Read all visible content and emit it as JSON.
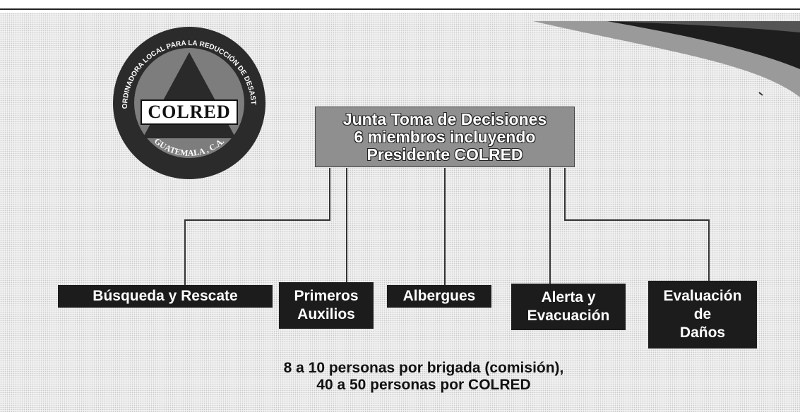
{
  "logo": {
    "ring_top_text": "COORDINADORA LOCAL PARA LA REDUCCIÓN DE DESASTRES",
    "ring_bottom_text": "GUATEMALA , C.A.",
    "center_word": "COLRED"
  },
  "decision_board": {
    "lines": [
      "Junta Toma de Decisiones",
      "6 miembros incluyendo",
      "Presidente COLRED"
    ]
  },
  "brigades": [
    {
      "lines": [
        "Búsqueda y Rescate"
      ]
    },
    {
      "lines": [
        "Primeros",
        "Auxilios"
      ]
    },
    {
      "lines": [
        "Albergues"
      ]
    },
    {
      "lines": [
        "Alerta y",
        "Evacuación"
      ]
    },
    {
      "lines": [
        "Evaluación",
        "de",
        "Daños"
      ]
    }
  ],
  "footnote": {
    "lines": [
      "8 a 10 personas por brigada (comisión),",
      "40 a 50 personas por COLRED"
    ]
  },
  "colors": {
    "board_fill": "#8f8f8f",
    "brigade_fill": "#1c1c1c",
    "logo_outer": "#2b2b2b",
    "logo_ring": "#7d7d7d"
  }
}
